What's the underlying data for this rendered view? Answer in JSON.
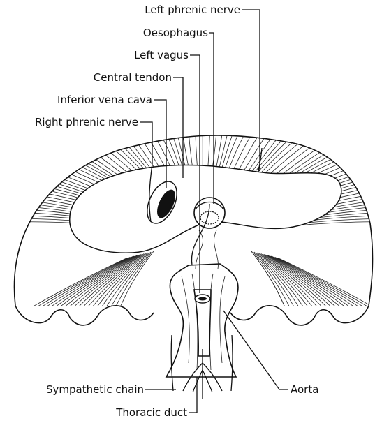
{
  "diagram": {
    "labels": {
      "left_phrenic_nerve": "Left phrenic nerve",
      "oesophagus": "Oesophagus",
      "left_vagus": "Left vagus",
      "central_tendon": "Central tendon",
      "inferior_vena_cava": "Inferior vena cava",
      "right_phrenic_nerve": "Right phrenic nerve",
      "sympathetic_chain": "Sympathetic chain",
      "aorta": "Aorta",
      "thoracic_duct": "Thoracic duct"
    }
  }
}
